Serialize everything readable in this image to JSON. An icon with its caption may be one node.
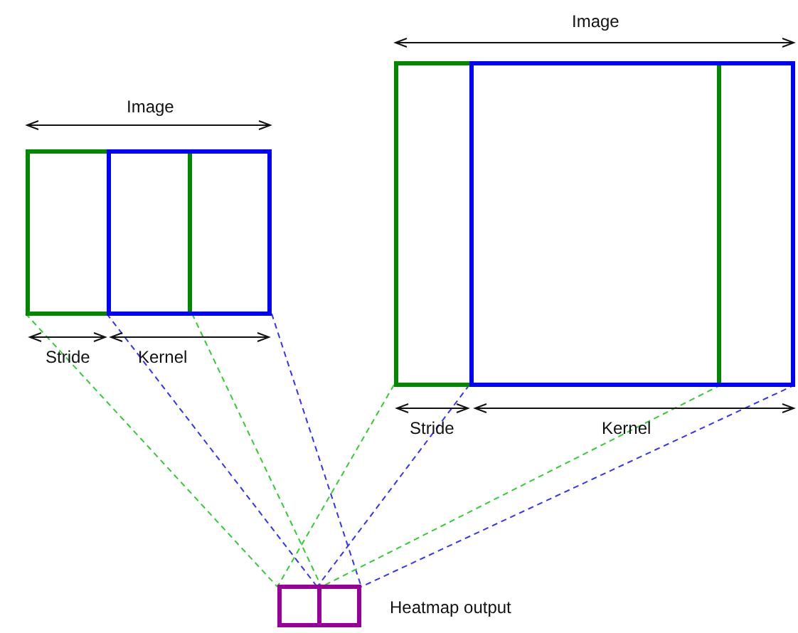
{
  "diagram": {
    "nodes": [
      {
        "text": [],
        "shape": "box"
      },
      {
        "text": [],
        "shape": "box"
      },
      {
        "text": [],
        "shape": "box"
      },
      {
        "text": [],
        "shape": "box"
      },
      {
        "text": [],
        "shape": "box"
      },
      {
        "text": [],
        "shape": "box",
        "beside": [
          "Heatmap output"
        ]
      }
    ],
    "edges": [
      {
        "from": 0,
        "to": 4,
        "arrow": "none",
        "style": "dashed",
        "color": "#33cc33"
      },
      {
        "from": 0,
        "to": 4,
        "arrow": "none",
        "style": "dashed",
        "color": "#33cc33"
      },
      {
        "from": 1,
        "to": 5,
        "arrow": "none",
        "style": "dashed",
        "color": "#3333ff"
      },
      {
        "from": 1,
        "to": 5,
        "arrow": "none",
        "style": "dashed",
        "color": "#3333ff"
      },
      {
        "from": 2,
        "to": 4,
        "arrow": "none",
        "style": "dashed",
        "color": "#33cc33"
      },
      {
        "from": 2,
        "to": 4,
        "arrow": "none",
        "style": "dashed",
        "color": "#33cc33"
      },
      {
        "from": 3,
        "to": 5,
        "arrow": "none",
        "style": "dashed",
        "color": "#3333ff"
      },
      {
        "from": 3,
        "to": 5,
        "arrow": "none",
        "style": "dashed",
        "color": "#3333ff"
      }
    ],
    "labels": [
      "Image",
      "Image",
      "Stride",
      "Kernel",
      "Stride",
      "Kernel"
    ]
  }
}
